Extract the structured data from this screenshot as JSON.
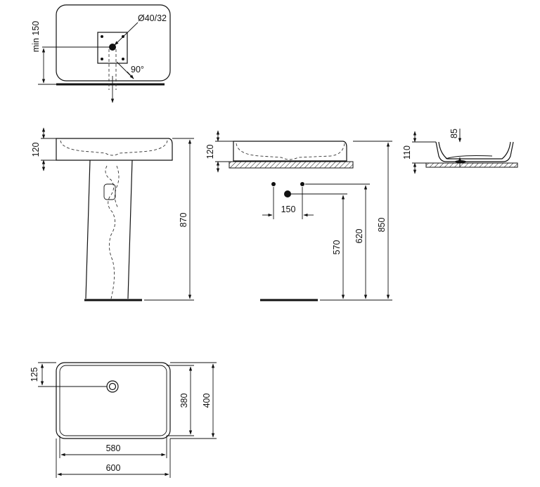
{
  "top_view": {
    "outlet_diameter": "Ø40/32",
    "min_offset": "min 150",
    "angle": "90°"
  },
  "front_view": {
    "basin_height": "120",
    "total_height": "870"
  },
  "side_view": {
    "basin_height": "120",
    "pipe_spacing": "150",
    "pipe_height_low": "570",
    "pipe_height_high": "620",
    "rim_height": "850"
  },
  "section_view": {
    "basin_height": "110",
    "bowl_depth": "85"
  },
  "plan_view": {
    "waste_offset": "125",
    "inner_depth": "380",
    "outer_depth": "400",
    "inner_width": "580",
    "outer_width": "600"
  }
}
